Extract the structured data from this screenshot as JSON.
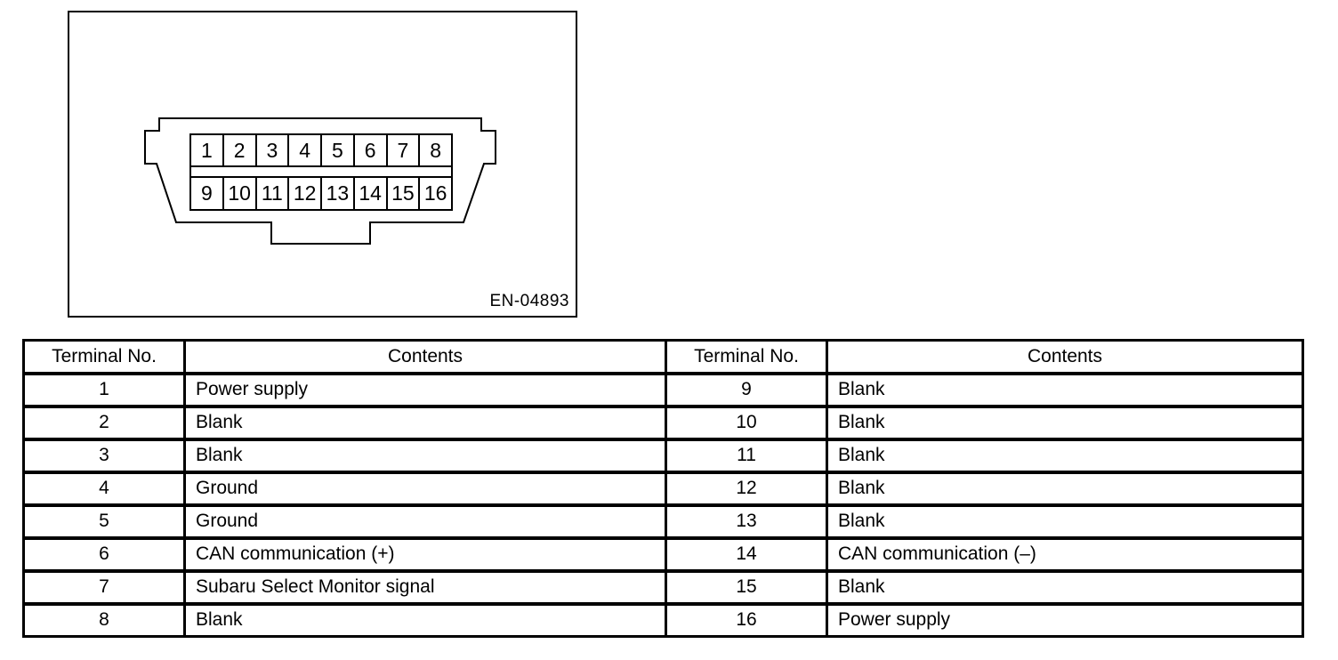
{
  "diagram": {
    "figure_label": "EN-04893",
    "pins_top": [
      "1",
      "2",
      "3",
      "4",
      "5",
      "6",
      "7",
      "8"
    ],
    "pins_bottom": [
      "9",
      "10",
      "11",
      "12",
      "13",
      "14",
      "15",
      "16"
    ]
  },
  "table": {
    "headers": [
      "Terminal No.",
      "Contents",
      "Terminal No.",
      "Contents"
    ],
    "rows": [
      [
        "1",
        "Power supply",
        "9",
        "Blank"
      ],
      [
        "2",
        "Blank",
        "10",
        "Blank"
      ],
      [
        "3",
        "Blank",
        "11",
        "Blank"
      ],
      [
        "4",
        "Ground",
        "12",
        "Blank"
      ],
      [
        "5",
        "Ground",
        "13",
        "Blank"
      ],
      [
        "6",
        "CAN communication (+)",
        "14",
        "CAN communication (–)"
      ],
      [
        "7",
        "Subaru Select Monitor signal",
        "15",
        "Blank"
      ],
      [
        "8",
        "Blank",
        "16",
        "Power supply"
      ]
    ]
  }
}
